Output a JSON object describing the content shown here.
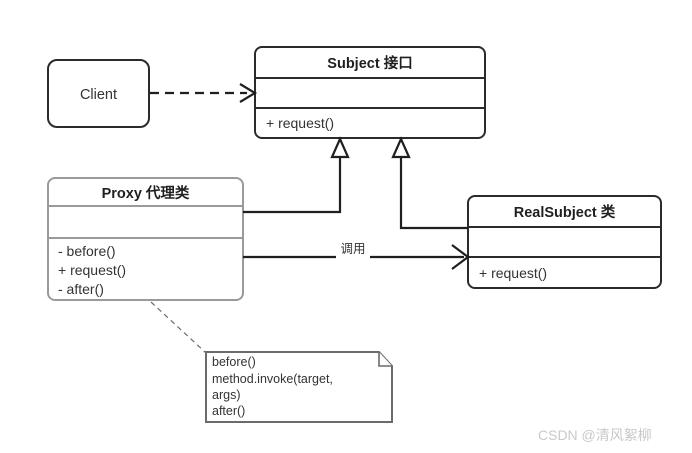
{
  "diagram": {
    "kind": "uml-class-diagram",
    "title": "Proxy Pattern UML",
    "background_color": "#ffffff",
    "line_color": "#1f1f1f",
    "gray_line_color": "#9a9a9a"
  },
  "nodes": {
    "client": {
      "label": "Client"
    },
    "subject": {
      "title": "Subject 接口",
      "attributes": [],
      "methods": [
        "+ request()"
      ]
    },
    "proxy": {
      "title": "Proxy 代理类",
      "attributes": [],
      "methods": [
        "-  before()",
        "+ request()",
        "-  after()"
      ]
    },
    "realsubject": {
      "title": "RealSubject 类",
      "attributes": [],
      "methods": [
        "+ request()"
      ]
    }
  },
  "note": {
    "lines": [
      "before()",
      "method.invoke(target,",
      "args)",
      "after()"
    ]
  },
  "edges": {
    "client_to_subject": {
      "label": "",
      "style": "dashed",
      "arrow": "open"
    },
    "proxy_to_subject": {
      "label": "",
      "style": "solid",
      "arrow": "hollow-triangle"
    },
    "realsubject_to_subject": {
      "label": "",
      "style": "solid",
      "arrow": "hollow-triangle"
    },
    "proxy_to_realsubject": {
      "label": "调用",
      "style": "solid",
      "arrow": "open"
    },
    "proxy_to_note": {
      "label": "",
      "style": "dotted",
      "arrow": "none"
    }
  },
  "watermark": {
    "text": "CSDN @清风絮柳",
    "color": "#c9c9c9"
  }
}
